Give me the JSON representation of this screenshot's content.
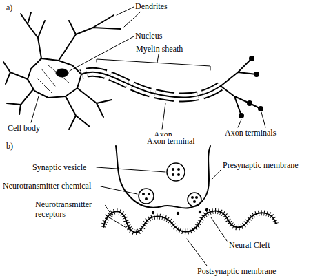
{
  "diagram": {
    "labels": [
      "a)",
      "Dendrites",
      "Nucleus",
      "Myelin sheath",
      "Cell body",
      "Axon",
      "Axon terminals",
      "b)",
      "Axon terminal",
      "Synaptic vesicle",
      "Presynaptic membrane",
      "Neurotransmitter chemical",
      "Neurotransmitter receptors",
      "Neural Cleft",
      "Postsynaptic membrane"
    ]
  }
}
